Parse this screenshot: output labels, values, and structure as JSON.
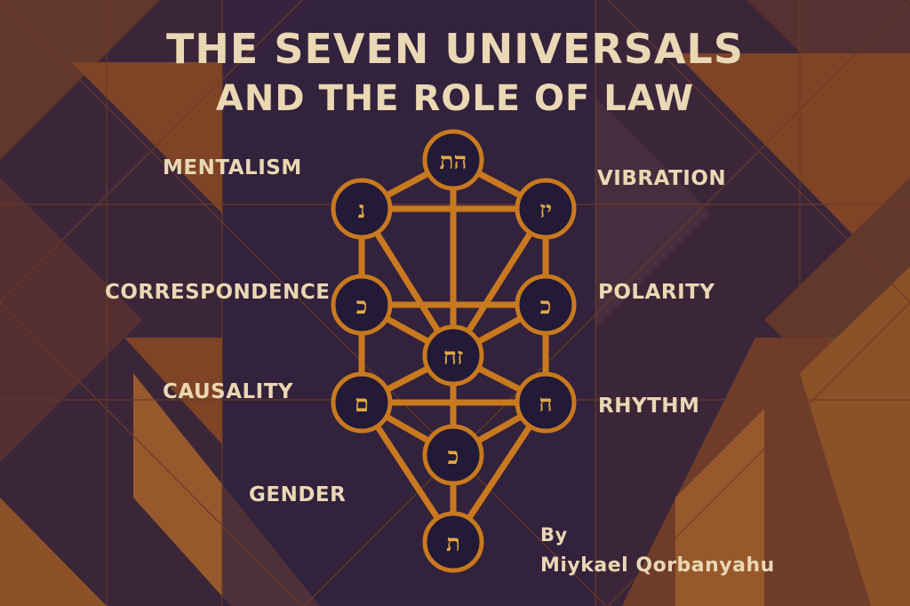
{
  "title": {
    "line1": "THE SEVEN UNIVERSALS",
    "line2": "AND THE ROLE OF LAW"
  },
  "principles": {
    "mentalism": "MENTALISM",
    "vibration": "VIBRATION",
    "correspondence": "CORRESPONDENCE",
    "polarity": "POLARITY",
    "causality": "CAUSALITY",
    "rhythm": "RHYTHM",
    "gender": "GENDER"
  },
  "byline": {
    "by": "By",
    "author": "Miykael Qorbanyahu"
  },
  "nodes": {
    "top": "הת",
    "upper_left": "נ",
    "upper_right": "יז",
    "mid_left": "כ",
    "mid_right": "כ",
    "center": "זח",
    "low_left": "ם",
    "low_right": "ח",
    "lower_center": "כ",
    "bottom": "ת"
  },
  "colors": {
    "background": "#3a2638",
    "accent": "#c8791f",
    "text": "#ead7b4",
    "node_fill": "#221a36"
  }
}
